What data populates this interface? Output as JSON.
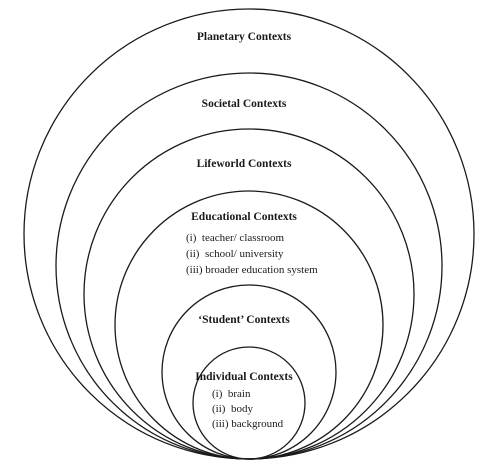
{
  "contexts": [
    {
      "title": "Planetary Contexts",
      "items": []
    },
    {
      "title": "Societal Contexts",
      "items": []
    },
    {
      "title": "Lifeworld Contexts",
      "items": []
    },
    {
      "title": "Educational Contexts",
      "items": [
        "(i)  teacher/ classroom",
        "(ii)  school/ university",
        "(iii) broader education system"
      ]
    },
    {
      "title": "‘Student’ Contexts",
      "items": []
    },
    {
      "title": "Individual Contexts",
      "items": [
        "(i)  brain",
        "(ii)  body",
        "(iii) background"
      ]
    }
  ]
}
